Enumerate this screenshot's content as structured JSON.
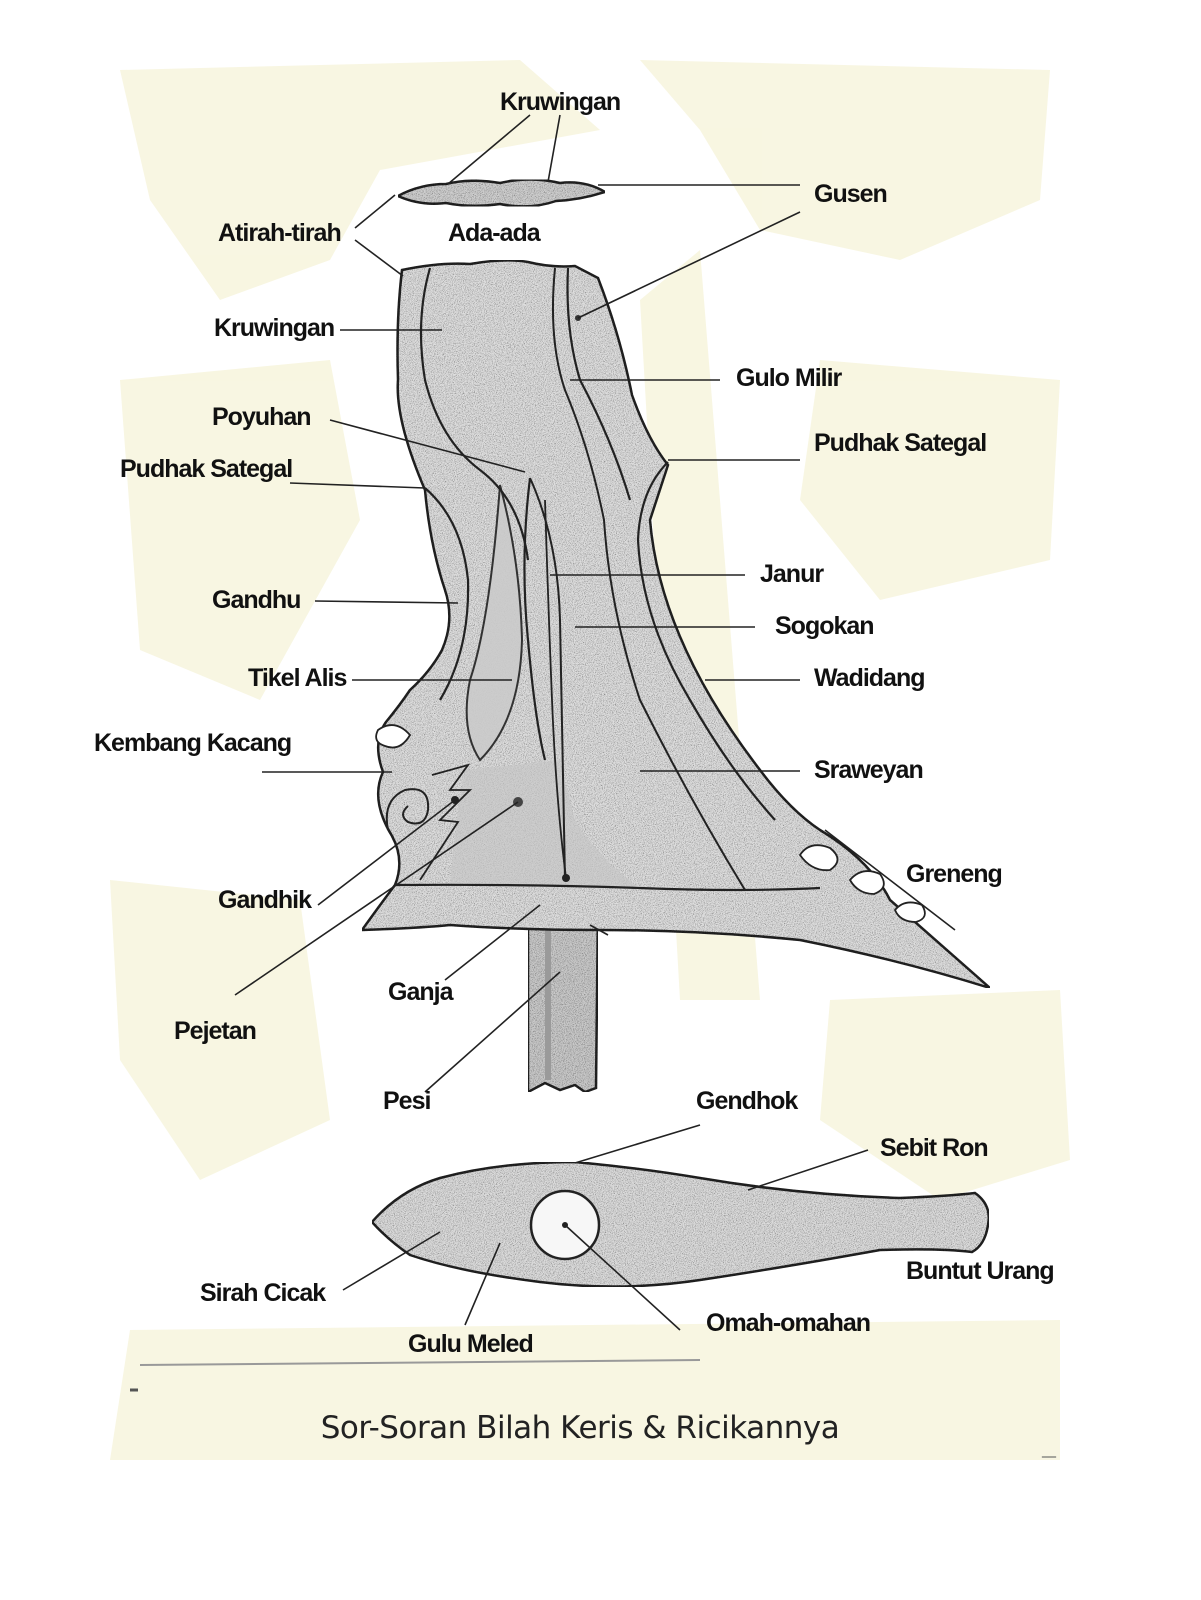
{
  "figure": {
    "caption": "Sor-Soran Bilah Keris & Ricikannya",
    "page_mark": "__",
    "colors": {
      "paper": "#ffffff",
      "background_wash": "#f6f3d8",
      "blade_fill": "#dcdcdc",
      "blade_shade": "#bdbdbd",
      "ink": "#222222"
    }
  },
  "labels": {
    "kruwingan_top": "Kruwingan",
    "gusen": "Gusen",
    "atirah_tirah": "Atirah-tirah",
    "ada_ada": "Ada-ada",
    "kruwingan_left": "Kruwingan",
    "gulo_milir": "Gulo Milir",
    "poyuhan": "Poyuhan",
    "pudhak_sategal_right": "Pudhak Sategal",
    "pudhak_sategal_left": "Pudhak Sategal",
    "janur": "Janur",
    "gandhu": "Gandhu",
    "sogokan": "Sogokan",
    "tikel_alis": "Tikel Alis",
    "wadidang": "Wadidang",
    "kembang_kacang": "Kembang Kacang",
    "sraweyan": "Sraweyan",
    "greneng": "Greneng",
    "gandhik": "Gandhik",
    "ganja": "Ganja",
    "pejetan": "Pejetan",
    "pesi": "Pesi",
    "gendhok": "Gendhok",
    "sebit_ron": "Sebit Ron",
    "buntut_urang": "Buntut Urang",
    "sirah_cicak": "Sirah Cicak",
    "omah_omahan": "Omah-omahan",
    "gulu_meled": "Gulu Meled"
  }
}
